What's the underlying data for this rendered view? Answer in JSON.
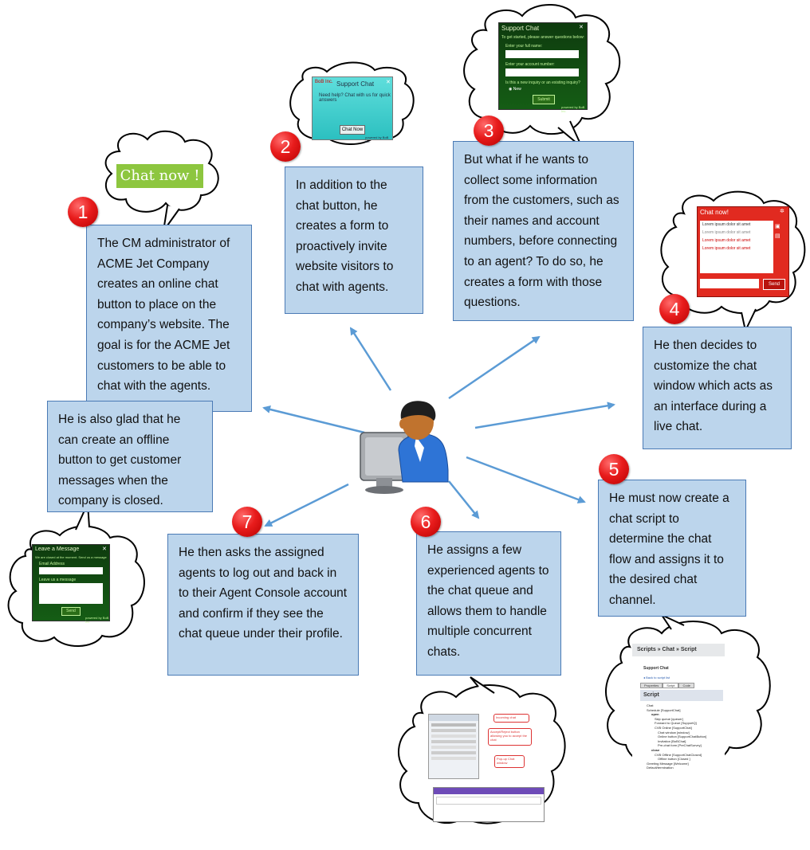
{
  "steps": [
    {
      "number": "1",
      "text": "The CM administrator of ACME Jet Company creates an online chat button to place on the company’s website. The goal is for the ACME Jet customers to be able to chat with the agents."
    },
    {
      "number": "2",
      "text": "In addition to the chat button, he creates a form to proactively invite website visitors to chat with agents."
    },
    {
      "number": "3",
      "text": "But what if he wants to collect some information from the customers, such as their names and account numbers, before connecting to an agent? To do so, he creates a form with those questions."
    },
    {
      "number": "4",
      "text": "He then decides to customize the chat window which acts as an interface during a live chat."
    },
    {
      "number": "5",
      "text": "He must now create a chat script to determine the chat flow and assigns it to the desired chat channel."
    },
    {
      "number": "6",
      "text": "He assigns a few experienced agents to the chat queue and allows them to handle multiple concurrent chats."
    },
    {
      "number": "7",
      "text": "He then asks the assigned agents to log out and back in to their Agent Console account and confirm if they see the chat queue under their profile."
    }
  ],
  "offline_note": "He is also glad that he can create an offline button to get customer messages when the company is closed.",
  "chat_now_button": "Chat now !",
  "invite_form": {
    "title": "Support Chat",
    "logo": "BoB Inc.",
    "prompt": "Need help? Chat with us for quick answers",
    "button": "Chat Now",
    "footer": "powered by BoB Inc."
  },
  "prechat_form": {
    "title": "Support Chat",
    "intro": "To get started, please answer questions below:",
    "field1_label": "Enter your full name:",
    "field2_label": "Enter your account number:",
    "question": "Is this a new inquiry or an existing inquiry?",
    "radio_label": "New",
    "button": "Submit",
    "footer": "powered by BoB Inc."
  },
  "chat_window": {
    "title": "Chat now!",
    "lines": [
      "Lorem ipsum dolor sit amet",
      "Lorem ipsum dolor sit amet",
      "Lorem ipsum dolor sit amet",
      "Lorem ipsum dolor sit amet"
    ],
    "button": "Send"
  },
  "offline_form": {
    "title": "Leave a Message",
    "intro": "We are closed at the moment. Send us a message",
    "field1_label": "Email Address",
    "field2_label": "Leave us a message",
    "button": "Send",
    "footer": "powered by BoB Inc."
  },
  "script_panel": {
    "breadcrumb": "Scripts » Chat » Script",
    "name": "Support Chat",
    "back_link": "Back to script list",
    "tabs": [
      "Properties",
      "Script",
      "Code"
    ],
    "heading": "Script",
    "tree": [
      "Chat",
      "Schedule [SupportChat]",
      "open",
      "Skip queue [queuer]",
      "Forward to Queue [SupportQ]",
      "CVB Online [SupportChat]",
      "Chat window [window]",
      "Online button [SupportChatButton]",
      "Invitation [BoBChat]",
      "Pre-chat form [PreChatSurvey]",
      "close",
      "CVB Offline [SupportChatClosed]",
      "Offline button [Closed ]",
      "Greeting Message [Welcome]",
      "Default/termination"
    ]
  },
  "console_callouts": {
    "incoming": "Incoming chat",
    "accept": "Accept/Reject button allowing you to accept the chat",
    "popup": "Pop-up Chat window"
  },
  "colors": {
    "box_fill": "#bcd5ec",
    "box_border": "#4a7ab5",
    "badge_red": "#e81c1c",
    "arrow": "#5b9bd5"
  }
}
